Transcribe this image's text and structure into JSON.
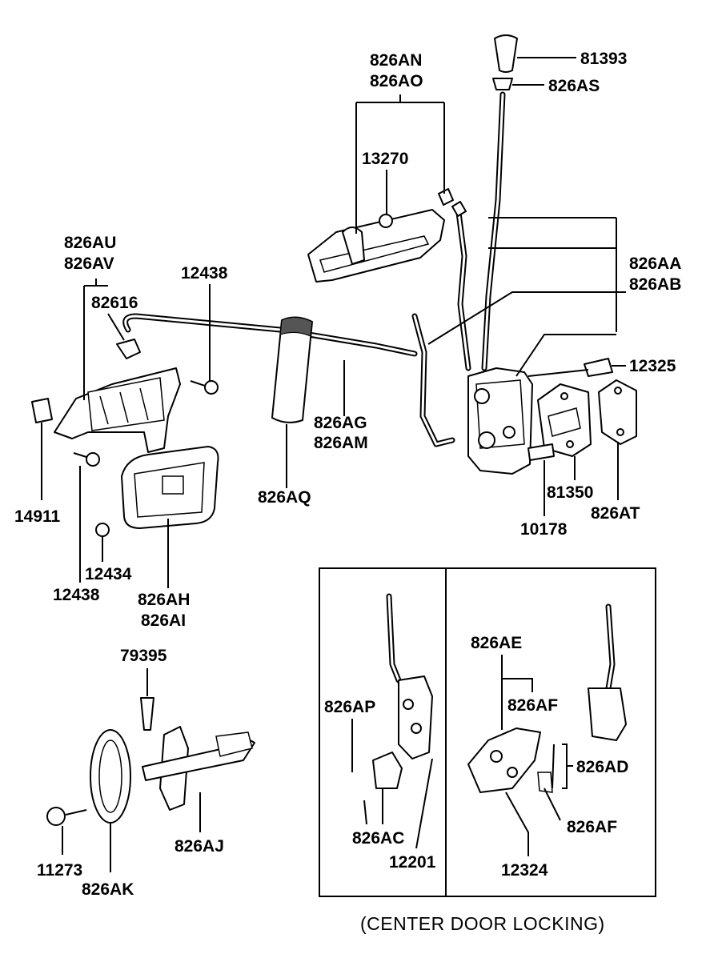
{
  "labels": {
    "p81393": "81393",
    "p826AS": "826AS",
    "p826AN": "826AN",
    "p826AO": "826AO",
    "p13270": "13270",
    "p826AA": "826AA",
    "p826AB": "826AB",
    "p826AU": "826AU",
    "p826AV": "826AV",
    "p12438_top": "12438",
    "p82616": "82616",
    "p12325": "12325",
    "p826AG": "826AG",
    "p826AM": "826AM",
    "p826AQ": "826AQ",
    "p81350": "81350",
    "p826AT": "826AT",
    "p10178": "10178",
    "p14911": "14911",
    "p12434": "12434",
    "p12438_bottom": "12438",
    "p826AH": "826AH",
    "p826AI": "826AI",
    "p79395": "79395",
    "p826AE": "826AE",
    "p826AF_top": "826AF",
    "p826AP": "826AP",
    "p826AD": "826AD",
    "p826AF_bottom": "826AF",
    "p826AC": "826AC",
    "p12201": "12201",
    "p12324": "12324",
    "p826AJ": "826AJ",
    "p11273": "11273",
    "p826AK": "826AK"
  },
  "caption": "(CENTER DOOR LOCKING)"
}
